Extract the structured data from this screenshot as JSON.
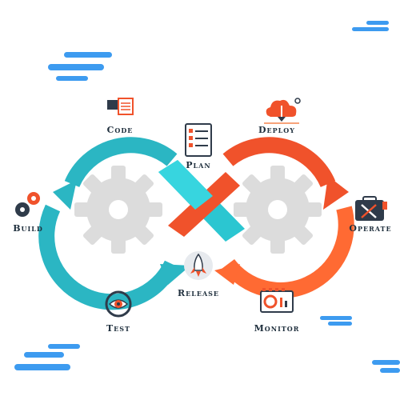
{
  "stages": {
    "code": "Code",
    "plan": "Plan",
    "deploy": "Deploy",
    "build": "Build",
    "operate": "Operate",
    "release": "Release",
    "test": "Test",
    "monitor": "Monitor"
  },
  "colors": {
    "teal": "#2bb6c3",
    "teal_light": "#37d5df",
    "orange": "#f0522b",
    "orange_light": "#ff7a3f",
    "gear": "#d8d8d8",
    "cloud_blue": "#3d9bf0",
    "label": "#1f2f3d"
  },
  "icons": {
    "code": "code-document-icon",
    "plan": "plan-checklist-icon",
    "deploy": "deploy-cloud-icon",
    "build": "build-gears-icon",
    "operate": "operate-toolbox-icon",
    "release": "release-rocket-icon",
    "test": "test-eye-icon",
    "monitor": "monitor-dashboard-icon"
  }
}
